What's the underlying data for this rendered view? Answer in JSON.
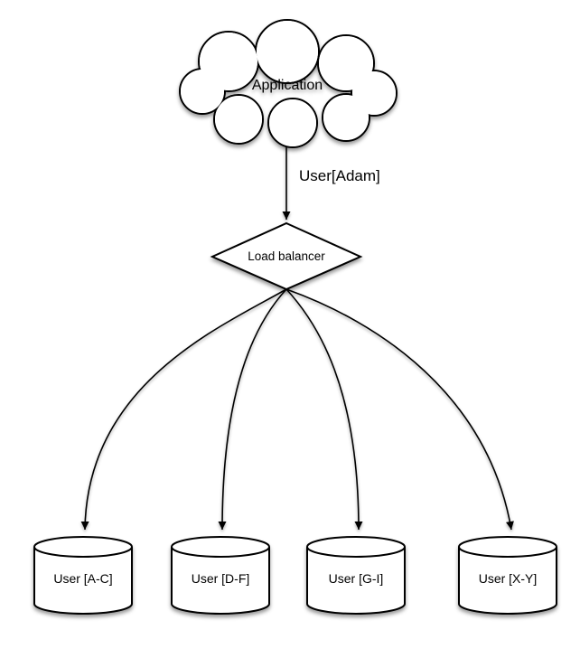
{
  "diagram": {
    "background": "#ffffff",
    "stroke_color": "#000000",
    "fill_color": "#ffffff",
    "text_color": "#000000",
    "nodes": {
      "application": {
        "label": "Application",
        "shape": "cloud"
      },
      "load_balancer": {
        "label": "Load balancer",
        "shape": "diamond"
      },
      "shard_ac": {
        "label": "User [A-C]",
        "shape": "cylinder"
      },
      "shard_df": {
        "label": "User [D-F]",
        "shape": "cylinder"
      },
      "shard_gi": {
        "label": "User [G-I]",
        "shape": "cylinder"
      },
      "shard_xy": {
        "label": "User [X-Y]",
        "shape": "cylinder"
      }
    },
    "edges": {
      "app_to_lb": {
        "label": "User[Adam]",
        "from": "application",
        "to": "load_balancer"
      },
      "lb_to_shard_ac": {
        "label": "",
        "from": "load_balancer",
        "to": "shard_ac"
      },
      "lb_to_shard_df": {
        "label": "",
        "from": "load_balancer",
        "to": "shard_df"
      },
      "lb_to_shard_gi": {
        "label": "",
        "from": "load_balancer",
        "to": "shard_gi"
      },
      "lb_to_shard_xy": {
        "label": "",
        "from": "load_balancer",
        "to": "shard_xy"
      }
    }
  }
}
